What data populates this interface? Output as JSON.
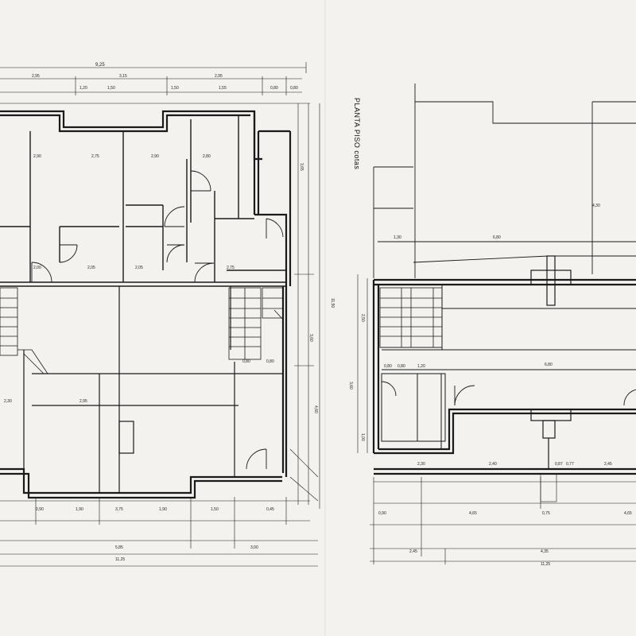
{
  "sheet": {
    "title": "PLANTA PISO cotas",
    "paper_color": "#f3f2ee",
    "ink_color": "#1a1a1a"
  },
  "left_plan": {
    "dimensions": {
      "top_overall": "9,25",
      "top_1": "2,95",
      "top_2": "3,15",
      "top_3": "2,95",
      "top_4": "1,20",
      "top_5": "1,50",
      "top_6": "1,50",
      "top_7": "1,55",
      "top_8": "0,80",
      "top_9": "0,80",
      "row_1": "2,90",
      "row_2": "2,75",
      "row_3": "2,90",
      "row_4": "2,80",
      "mid_1": "2,00",
      "mid_2": "2,05",
      "mid_3": "2,75",
      "mid_4": "2,05",
      "low_1": "2,30",
      "low_2": "2,95",
      "low_3": "0,80",
      "low_4": "0,80",
      "bottom_1": "0,90",
      "bottom_2": "1,90",
      "bottom_3": "3,75",
      "bottom_4": "1,90",
      "bottom_5": "1,50",
      "bottom_6": "0,45",
      "bottom_overall_1": "5,85",
      "bottom_overall_2": "3,00",
      "bottom_total": "11,25",
      "right_1": "3,65",
      "right_2": "3,60",
      "right_3": "11,50",
      "right_4": "4,60"
    }
  },
  "right_plan": {
    "dimensions": {
      "upper_height": "4,30",
      "left_1": "1,30",
      "mid_wide": "6,80",
      "row_a": "6,80",
      "left_col_1": "0,80",
      "left_col_2": "0,80",
      "left_col_3": "1,20",
      "left_vert_1": "2,50",
      "left_vert_2": "3,60",
      "left_vert_3": "1,00",
      "low_1": "2,30",
      "low_2": "2,40",
      "low_3": "0,87",
      "low_4": "0,77",
      "low_5": "2,45",
      "bottom_1": "0,90",
      "bottom_2": "4,65",
      "bottom_3": "0,75",
      "bottom_4": "4,65",
      "overall_1": "2,45",
      "overall_2": "4,35",
      "total": "11,25"
    }
  }
}
